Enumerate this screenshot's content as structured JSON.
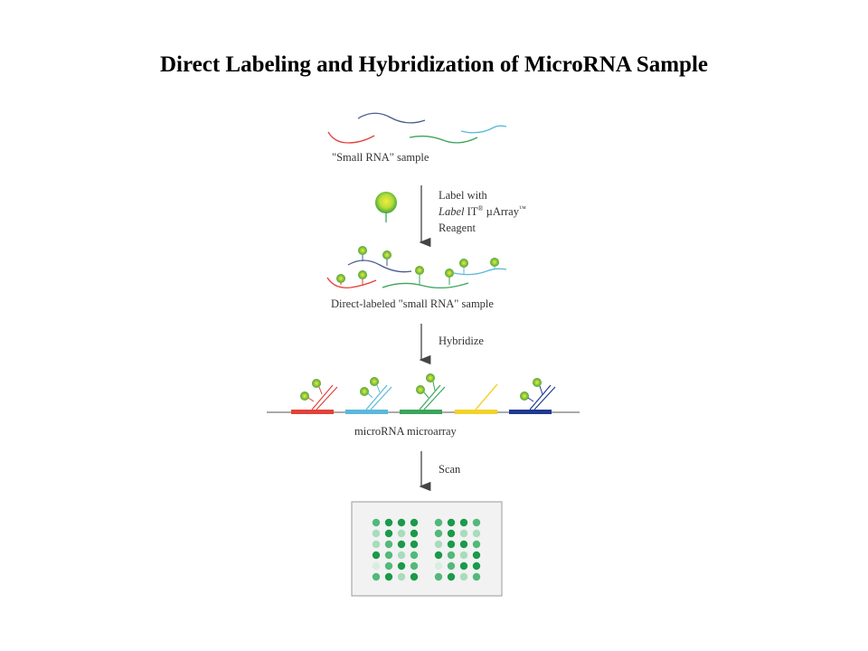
{
  "title": "Direct Labeling and Hybridization of MicroRNA Sample",
  "labels": {
    "small_rna_sample": "\"Small RNA\" sample",
    "label_with": "Label with",
    "label_italic": "Label",
    "label_it": " IT",
    "registered": "®",
    "uarray": " µArray",
    "trademark": "™",
    "reagent": "Reagent",
    "direct_labeled": "Direct-labeled \"small RNA\" sample",
    "hybridize": "Hybridize",
    "microarray": "microRNA microarray",
    "scan": "Scan"
  },
  "colors": {
    "red": "#e2423a",
    "blue_dark": "#4a5a8f",
    "green": "#3aa55a",
    "cyan": "#5ab8dc",
    "yellow": "#f2d22a",
    "navy": "#1f3a8f",
    "label_outer": "#7ccf3c",
    "label_core": "#e8e838",
    "arrow": "#444444"
  }
}
